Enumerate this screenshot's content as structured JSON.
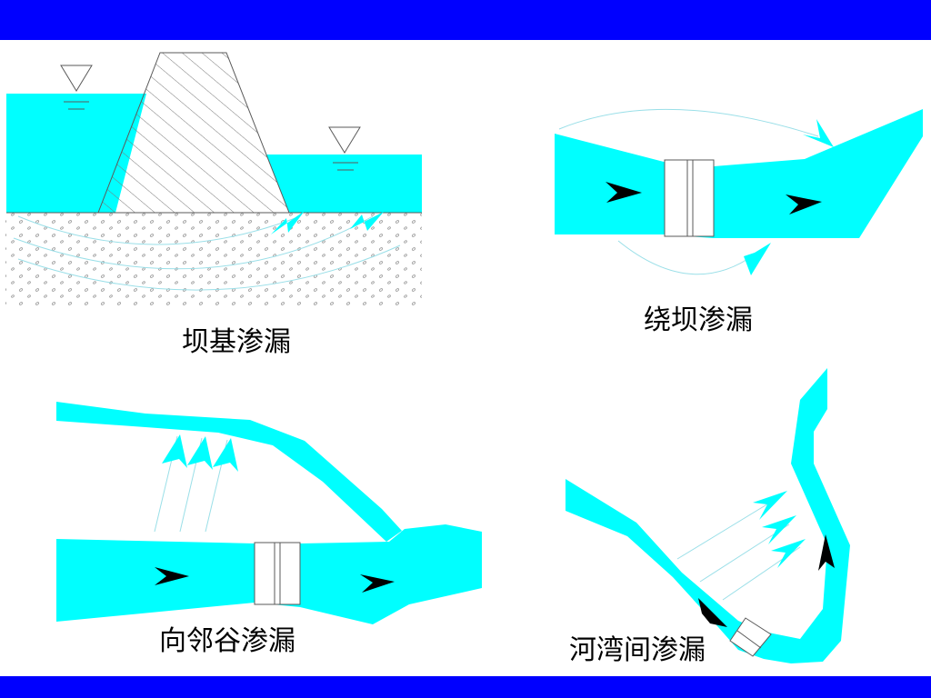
{
  "colors": {
    "frame": "#0000ff",
    "water": "#00ffff",
    "arrow": "#000000",
    "outline": "#5a5a5a",
    "flow_line": "#9adfe8"
  },
  "labels": {
    "dam_foundation": "坝基渗漏",
    "dam_bypass": "绕坝渗漏",
    "neighbor_valley": "向邻谷渗漏",
    "river_bend": "河湾间渗漏"
  }
}
